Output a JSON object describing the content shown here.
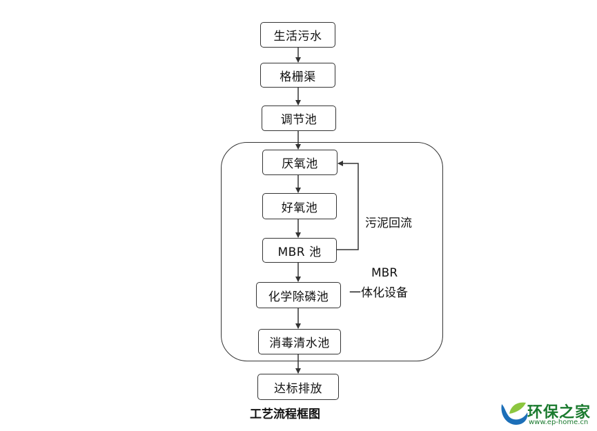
{
  "diagram": {
    "steps": [
      "生活污水",
      "格栅渠",
      "调节池",
      "厌氧池",
      "好氧池",
      "MBR 池",
      "化学除磷池",
      "消毒清水池",
      "达标排放"
    ],
    "recycle_label": "污泥回流",
    "group_label_line1": "MBR",
    "group_label_line2": "一体化设备",
    "caption": "工艺流程框图"
  },
  "watermark": {
    "brand": "环保之家",
    "url": "www.ep-home.cn",
    "colors": {
      "green": "#1a7a2e",
      "blue": "#1c6fb8",
      "light_green": "#8cc63f"
    }
  }
}
